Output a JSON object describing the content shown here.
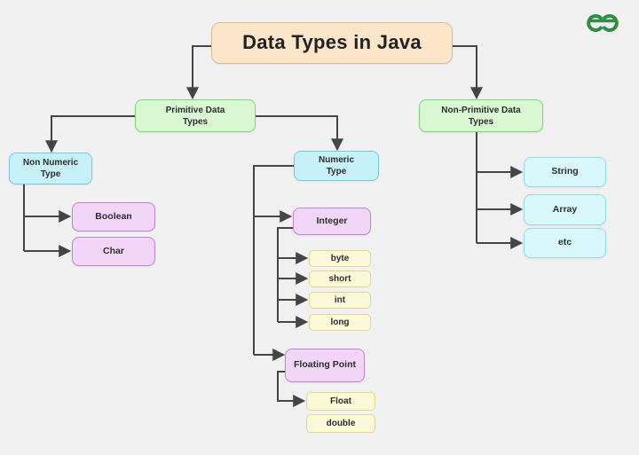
{
  "title": {
    "label": "Data Types in Java"
  },
  "brand": {
    "logo": "geeksforgeeks-logo",
    "color": "#2f8d46"
  },
  "nodes": {
    "primitive": {
      "label": "Primitive Data Types"
    },
    "non_primitive": {
      "label": "Non-Primitive Data Types"
    },
    "non_numeric": {
      "label": "Non Numeric Type"
    },
    "numeric": {
      "label": "Numeric Type"
    },
    "boolean": {
      "label": "Boolean"
    },
    "char": {
      "label": "Char"
    },
    "integer": {
      "label": "Integer"
    },
    "byte": {
      "label": "byte"
    },
    "short": {
      "label": "short"
    },
    "int": {
      "label": "int"
    },
    "long": {
      "label": "long"
    },
    "floating_point": {
      "label": "Floating Point"
    },
    "float": {
      "label": "Float"
    },
    "double": {
      "label": "double"
    },
    "string": {
      "label": "String"
    },
    "array": {
      "label": "Array"
    },
    "etc": {
      "label": "etc"
    }
  },
  "edges": [
    {
      "from": "title",
      "to": "primitive"
    },
    {
      "from": "title",
      "to": "non_primitive"
    },
    {
      "from": "primitive",
      "to": "non_numeric"
    },
    {
      "from": "primitive",
      "to": "numeric"
    },
    {
      "from": "non_numeric",
      "to": "boolean"
    },
    {
      "from": "non_numeric",
      "to": "char"
    },
    {
      "from": "numeric",
      "to": "integer"
    },
    {
      "from": "numeric",
      "to": "floating_point"
    },
    {
      "from": "integer",
      "to": "byte"
    },
    {
      "from": "integer",
      "to": "short"
    },
    {
      "from": "integer",
      "to": "int"
    },
    {
      "from": "integer",
      "to": "long"
    },
    {
      "from": "floating_point",
      "to": "float"
    },
    {
      "from": "non_primitive",
      "to": "string"
    },
    {
      "from": "non_primitive",
      "to": "array"
    },
    {
      "from": "non_primitive",
      "to": "etc"
    }
  ],
  "palette": {
    "background": "#f1f1f1",
    "line": "#454545",
    "title_fill": "#fce6c9",
    "title_border": "#d9bd98",
    "green_fill": "#d9f8d2",
    "green_border": "#7ed37f",
    "cyan_fill": "#c7f1f8",
    "cyan_border": "#72cbdc",
    "cyan_light_fill": "#d9f8fb",
    "cyan_light_border": "#9ad9e8",
    "purple_fill": "#f2d6f8",
    "purple_border": "#bb86d6",
    "yellow_fill": "#fcf9d9",
    "yellow_border": "#ded98f",
    "brand_green": "#2f8d46"
  }
}
